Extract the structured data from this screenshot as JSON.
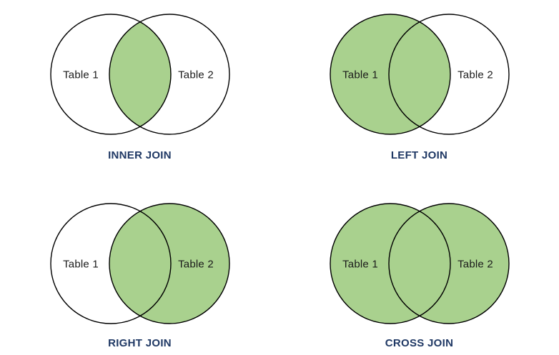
{
  "colors": {
    "shade_green": "#A9D18E",
    "circle_white": "#FFFFFF",
    "circle_stroke": "#000000",
    "caption_navy": "#1F3864",
    "table_label": "#1A1A1A",
    "background": "#FFFFFF"
  },
  "diagrams": [
    {
      "id": "inner-join",
      "caption": "INNER JOIN",
      "left_label": "Table 1",
      "right_label": "Table 2",
      "shaded": "intersection"
    },
    {
      "id": "left-join",
      "caption": "LEFT JOIN",
      "left_label": "Table 1",
      "right_label": "Table 2",
      "shaded": "left_circle"
    },
    {
      "id": "right-join",
      "caption": "RIGHT JOIN",
      "left_label": "Table 1",
      "right_label": "Table 2",
      "shaded": "right_circle"
    },
    {
      "id": "cross-join",
      "caption": "CROSS JOIN",
      "left_label": "Table 1",
      "right_label": "Table 2",
      "shaded": "both_circles"
    }
  ]
}
